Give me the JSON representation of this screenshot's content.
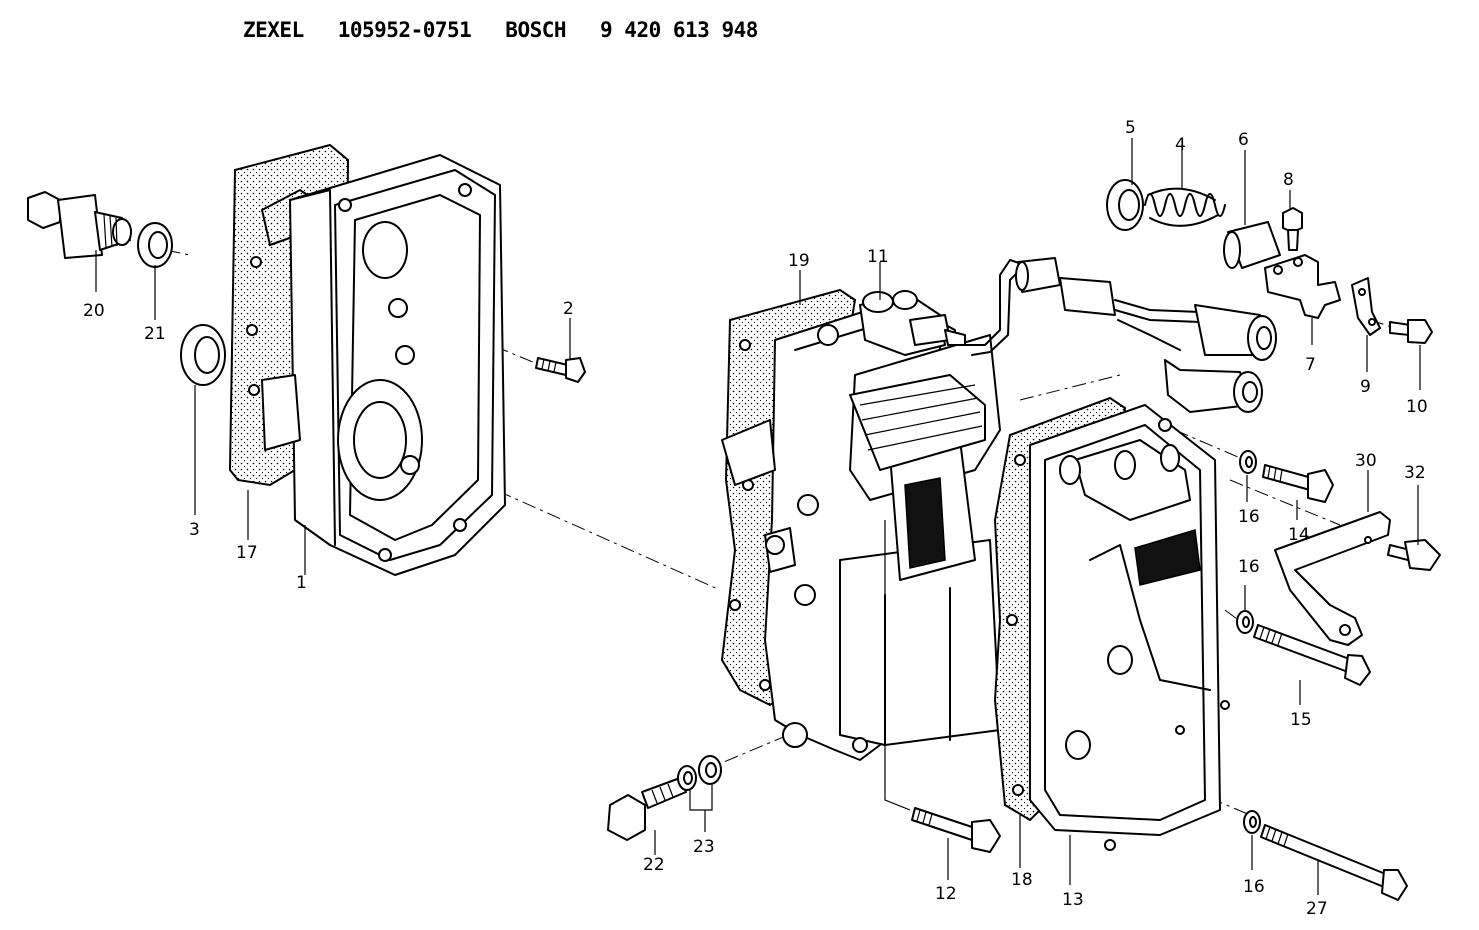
{
  "header": {
    "maker1": "ZEXEL",
    "part_no1": "105952-0751",
    "maker2": "BOSCH",
    "part_no2": "9 420 613 948"
  },
  "callouts": [
    "1",
    "2",
    "3",
    "4",
    "5",
    "6",
    "7",
    "8",
    "9",
    "10",
    "11",
    "12",
    "13",
    "14",
    "15",
    "16",
    "16",
    "16",
    "17",
    "18",
    "19",
    "20",
    "21",
    "22",
    "23",
    "27",
    "30",
    "32"
  ]
}
